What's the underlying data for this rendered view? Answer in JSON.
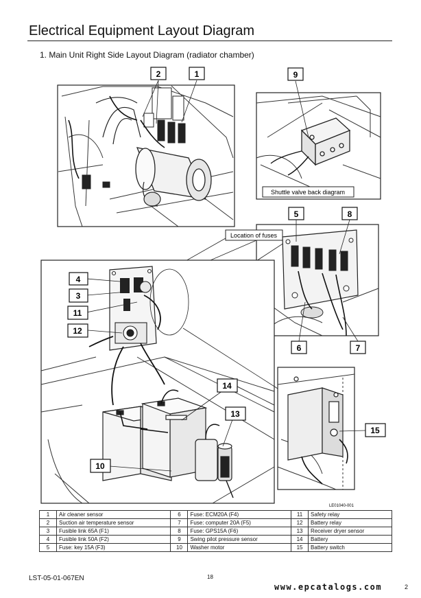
{
  "page": {
    "title": "Electrical Equipment Layout Diagram",
    "subtitle": "1. Main Unit Right Side Layout Diagram (radiator chamber)"
  },
  "figure": {
    "callouts": [
      "1",
      "2",
      "3",
      "4",
      "5",
      "6",
      "7",
      "8",
      "9",
      "10",
      "11",
      "12",
      "13",
      "14",
      "15"
    ],
    "labels": {
      "shuttle": "Shuttle valve back diagram",
      "fuses": "Location of fuses",
      "code": "LE01040-001"
    }
  },
  "legend": {
    "rows": [
      {
        "n1": "1",
        "t1": "Air cleaner sensor",
        "n2": "6",
        "t2": "Fuse: ECM20A (F4)",
        "n3": "11",
        "t3": "Safety relay"
      },
      {
        "n1": "2",
        "t1": "Suction air temperature sensor",
        "n2": "7",
        "t2": "Fuse: computer 20A (F5)",
        "n3": "12",
        "t3": "Battery relay"
      },
      {
        "n1": "3",
        "t1": "Fusible link 65A (F1)",
        "n2": "8",
        "t2": "Fuse: GPS15A (F6)",
        "n3": "13",
        "t3": "Receiver dryer sensor"
      },
      {
        "n1": "4",
        "t1": "Fusible link 50A (F2)",
        "n2": "9",
        "t2": "Swing pilot pressure sensor",
        "n3": "14",
        "t3": "Battery"
      },
      {
        "n1": "5",
        "t1": "Fuse: key 15A (F3)",
        "n2": "10",
        "t2": "Washer motor",
        "n3": "15",
        "t3": "Battery switch"
      }
    ]
  },
  "footer": {
    "doc_code": "LST-05-01-067EN",
    "page_number": "18",
    "website": "www.epcatalogs.com",
    "right_number": "2"
  }
}
